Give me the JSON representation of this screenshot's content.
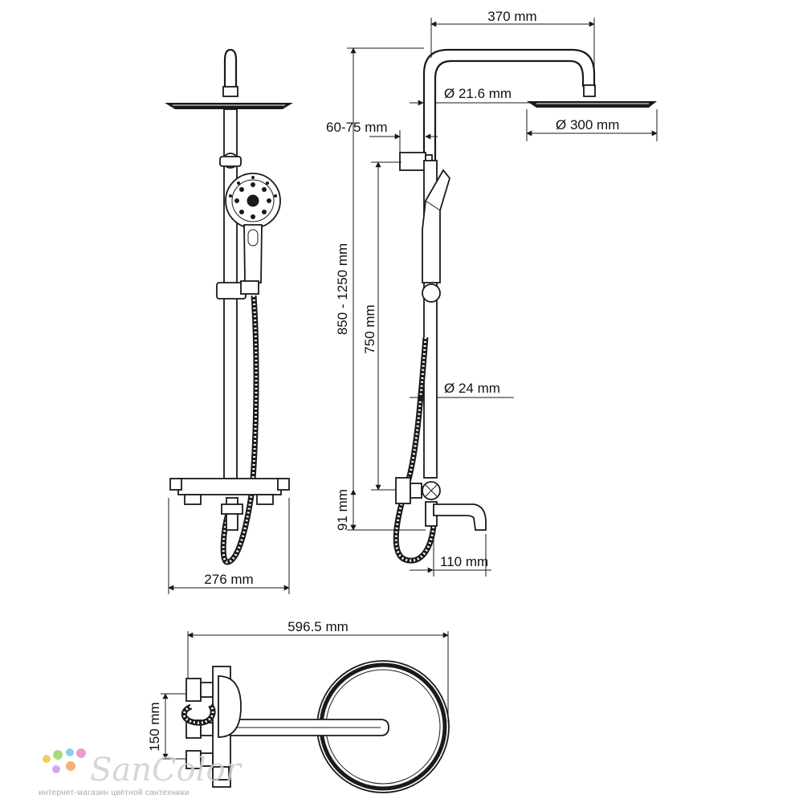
{
  "dimensions": {
    "top_arm_length": "370 mm",
    "top_pipe_diameter": "Ø 21.6 mm",
    "head_diameter": "Ø 300 mm",
    "wall_offset": "60-75 mm",
    "total_height_range": "850 - 1250 mm",
    "bar_height": "750 mm",
    "pipe_diameter": "Ø 24 mm",
    "mixer_height": "91 mm",
    "spout_length": "110 mm",
    "front_width": "276 mm",
    "top_view_length": "596.5 mm",
    "connection_spacing": "150 mm"
  },
  "watermark": {
    "name": "SanColor",
    "tagline": "интернет-магазин цветной сантехники",
    "dot_colors": [
      "#f4c542",
      "#9ed36a",
      "#6ec6f0",
      "#e88ac7",
      "#c79af0",
      "#f7a35c"
    ]
  }
}
